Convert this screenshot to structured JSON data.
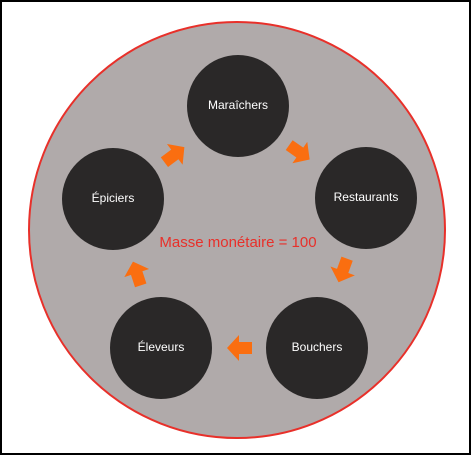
{
  "diagram": {
    "center_label": "Masse monétaire = 100",
    "nodes": [
      {
        "id": "maraichers",
        "label": "Maraîchers"
      },
      {
        "id": "restaurants",
        "label": "Restaurants"
      },
      {
        "id": "bouchers",
        "label": "Bouchers"
      },
      {
        "id": "eleveurs",
        "label": "Éleveurs"
      },
      {
        "id": "epiciers",
        "label": "Épiciers"
      }
    ],
    "flows": [
      {
        "from": "maraichers",
        "to": "restaurants"
      },
      {
        "from": "restaurants",
        "to": "bouchers"
      },
      {
        "from": "bouchers",
        "to": "eleveurs"
      },
      {
        "from": "eleveurs",
        "to": "epiciers"
      },
      {
        "from": "epiciers",
        "to": "maraichers"
      }
    ]
  },
  "colors": {
    "outer_circle_fill": "#b0aaaa",
    "outer_circle_stroke": "#e8302a",
    "node_fill": "#2a2828",
    "node_text": "#ffffff",
    "arrow_fill": "#fa6e10",
    "center_text": "#e8302a"
  }
}
